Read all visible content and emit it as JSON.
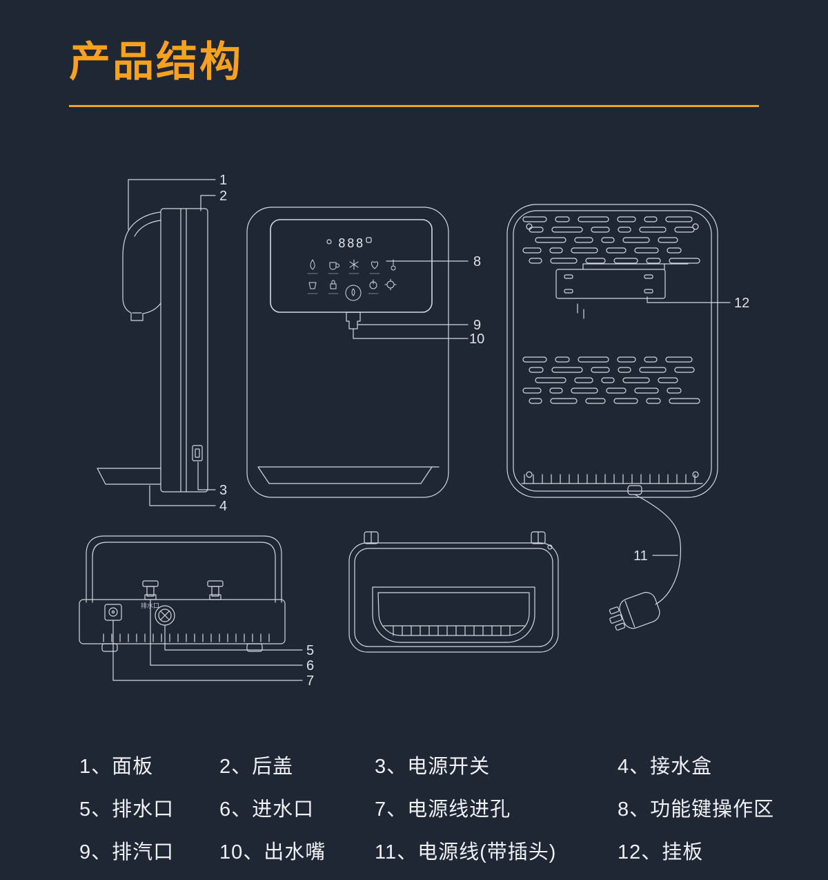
{
  "page": {
    "title": "产品结构",
    "background": "#1F2634",
    "accent": "#F7A11F",
    "line_color": "#E3E7EE"
  },
  "diagram": {
    "display_value": "888",
    "drain_port_label": "排水口",
    "callouts": [
      "1",
      "2",
      "3",
      "4",
      "5",
      "6",
      "7",
      "8",
      "9",
      "10",
      "11",
      "12"
    ]
  },
  "legend": {
    "items": [
      "1、面板",
      "2、后盖",
      "3、电源开关",
      "4、接水盒",
      "5、排水口",
      "6、进水口",
      "7、电源线进孔",
      "8、功能键操作区",
      "9、排汽口",
      "10、出水嘴",
      "11、电源线(带插头)",
      "12、挂板"
    ]
  }
}
